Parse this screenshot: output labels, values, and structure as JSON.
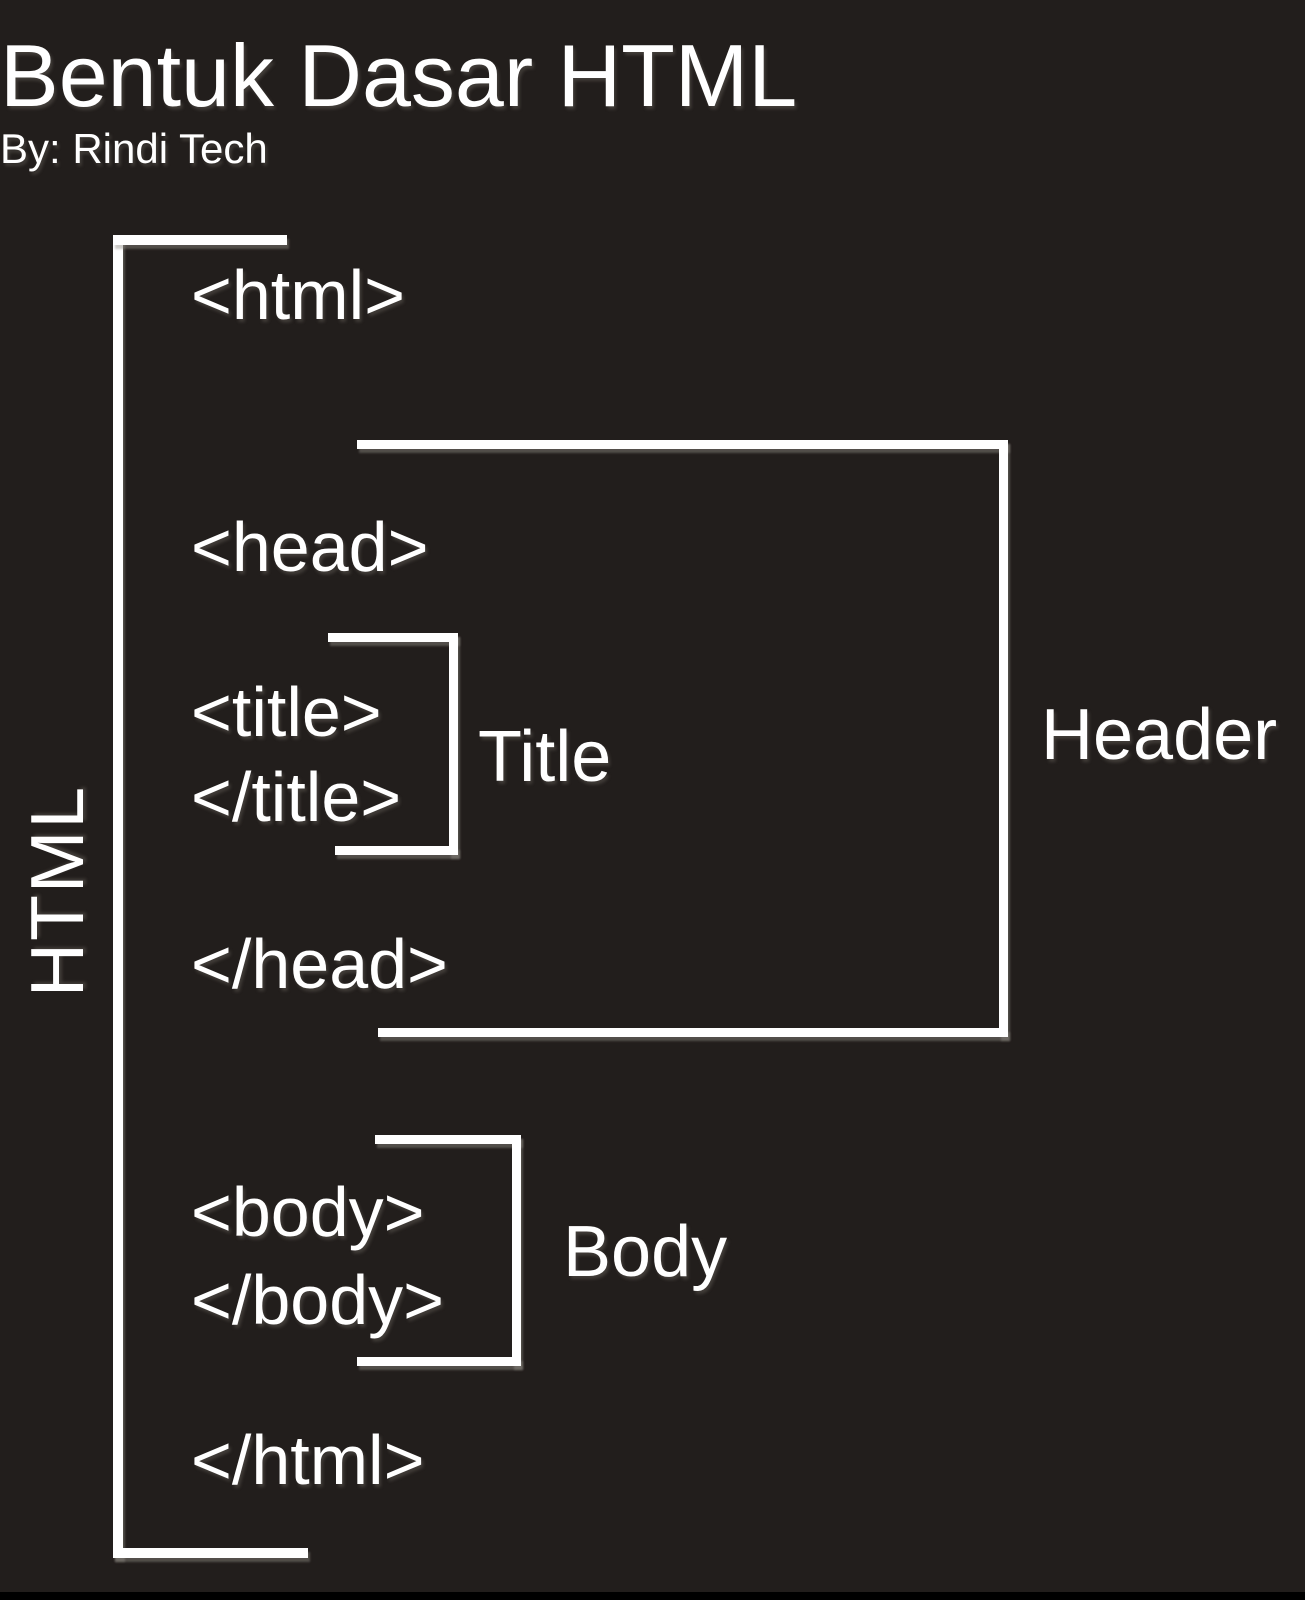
{
  "header": {
    "title": "Bentuk Dasar HTML",
    "subtitle": "By: Rindi Tech"
  },
  "diagram": {
    "root_label": "HTML",
    "code": {
      "html_open": "<html>",
      "head_open": "<head>",
      "title_open": "<title>",
      "title_close": "</title>",
      "head_close": "</head>",
      "body_open": "<body>",
      "body_close": "</body>",
      "html_close": "</html>"
    },
    "annotations": {
      "title": "Title",
      "header": "Header",
      "body": "Body"
    }
  },
  "colors": {
    "background": "#221e1c",
    "foreground": "#ffffff",
    "bottom_edge_bar": "#000000"
  }
}
